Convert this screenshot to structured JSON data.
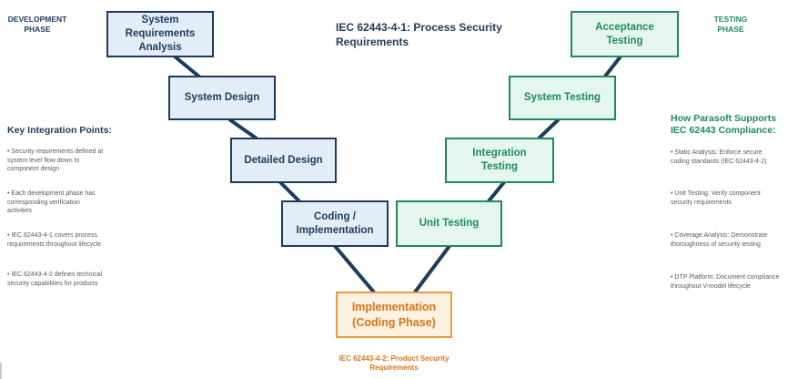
{
  "phases": {
    "development": "DEVELOPMENT\nPHASE",
    "testing": "TESTING\nPHASE"
  },
  "title": "IEC 62443-4-1: Process Security\nRequirements",
  "bottom_caption": "IEC 62443-4-2: Product Security\nRequirements",
  "development_boxes": [
    "System Requirements\nAnalysis",
    "System Design",
    "Detailed Design",
    "Coding /\nImplementation"
  ],
  "testing_boxes": [
    "Acceptance\nTesting",
    "System Testing",
    "Integration\nTesting",
    "Unit Testing"
  ],
  "implementation_box": "Implementation\n(Coding Phase)",
  "left_panel": {
    "heading": "Key Integration Points:",
    "items": [
      "Security requirements defined at\nsystem level flow down to\ncomponent design",
      "Each development phase has\ncorresponding verification\nactivities",
      "IEC 62443-4-1 covers process\nrequirements throughout lifecycle",
      "IEC 62443-4-2 defines technical\nsecurity capabilities for products"
    ]
  },
  "right_panel": {
    "heading": "How Parasoft Supports\nIEC 62443 Compliance:",
    "items": [
      "Static Analysis: Enforce secure\ncoding standards (IEC 62443-4-2)",
      "Unit Testing: Verify component\nsecurity requirements",
      "Coverage Analysis: Demonstrate\nthoroughness of security testing",
      "DTP Platform: Document compliance\nthroughout V-model lifecycle"
    ]
  },
  "colors": {
    "development": "#1f3b5c",
    "testing": "#1d8b5e",
    "implementation": "#e89a3f"
  }
}
